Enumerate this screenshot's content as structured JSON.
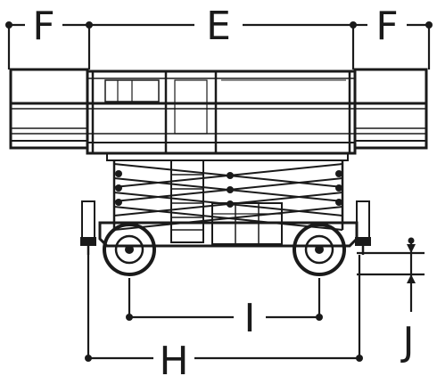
{
  "dimension_labels": {
    "platform_extension_left": "F",
    "platform_length": "E",
    "platform_extension_right": "F",
    "wheelbase": "I",
    "overall_length": "H",
    "ground_clearance": "J"
  }
}
